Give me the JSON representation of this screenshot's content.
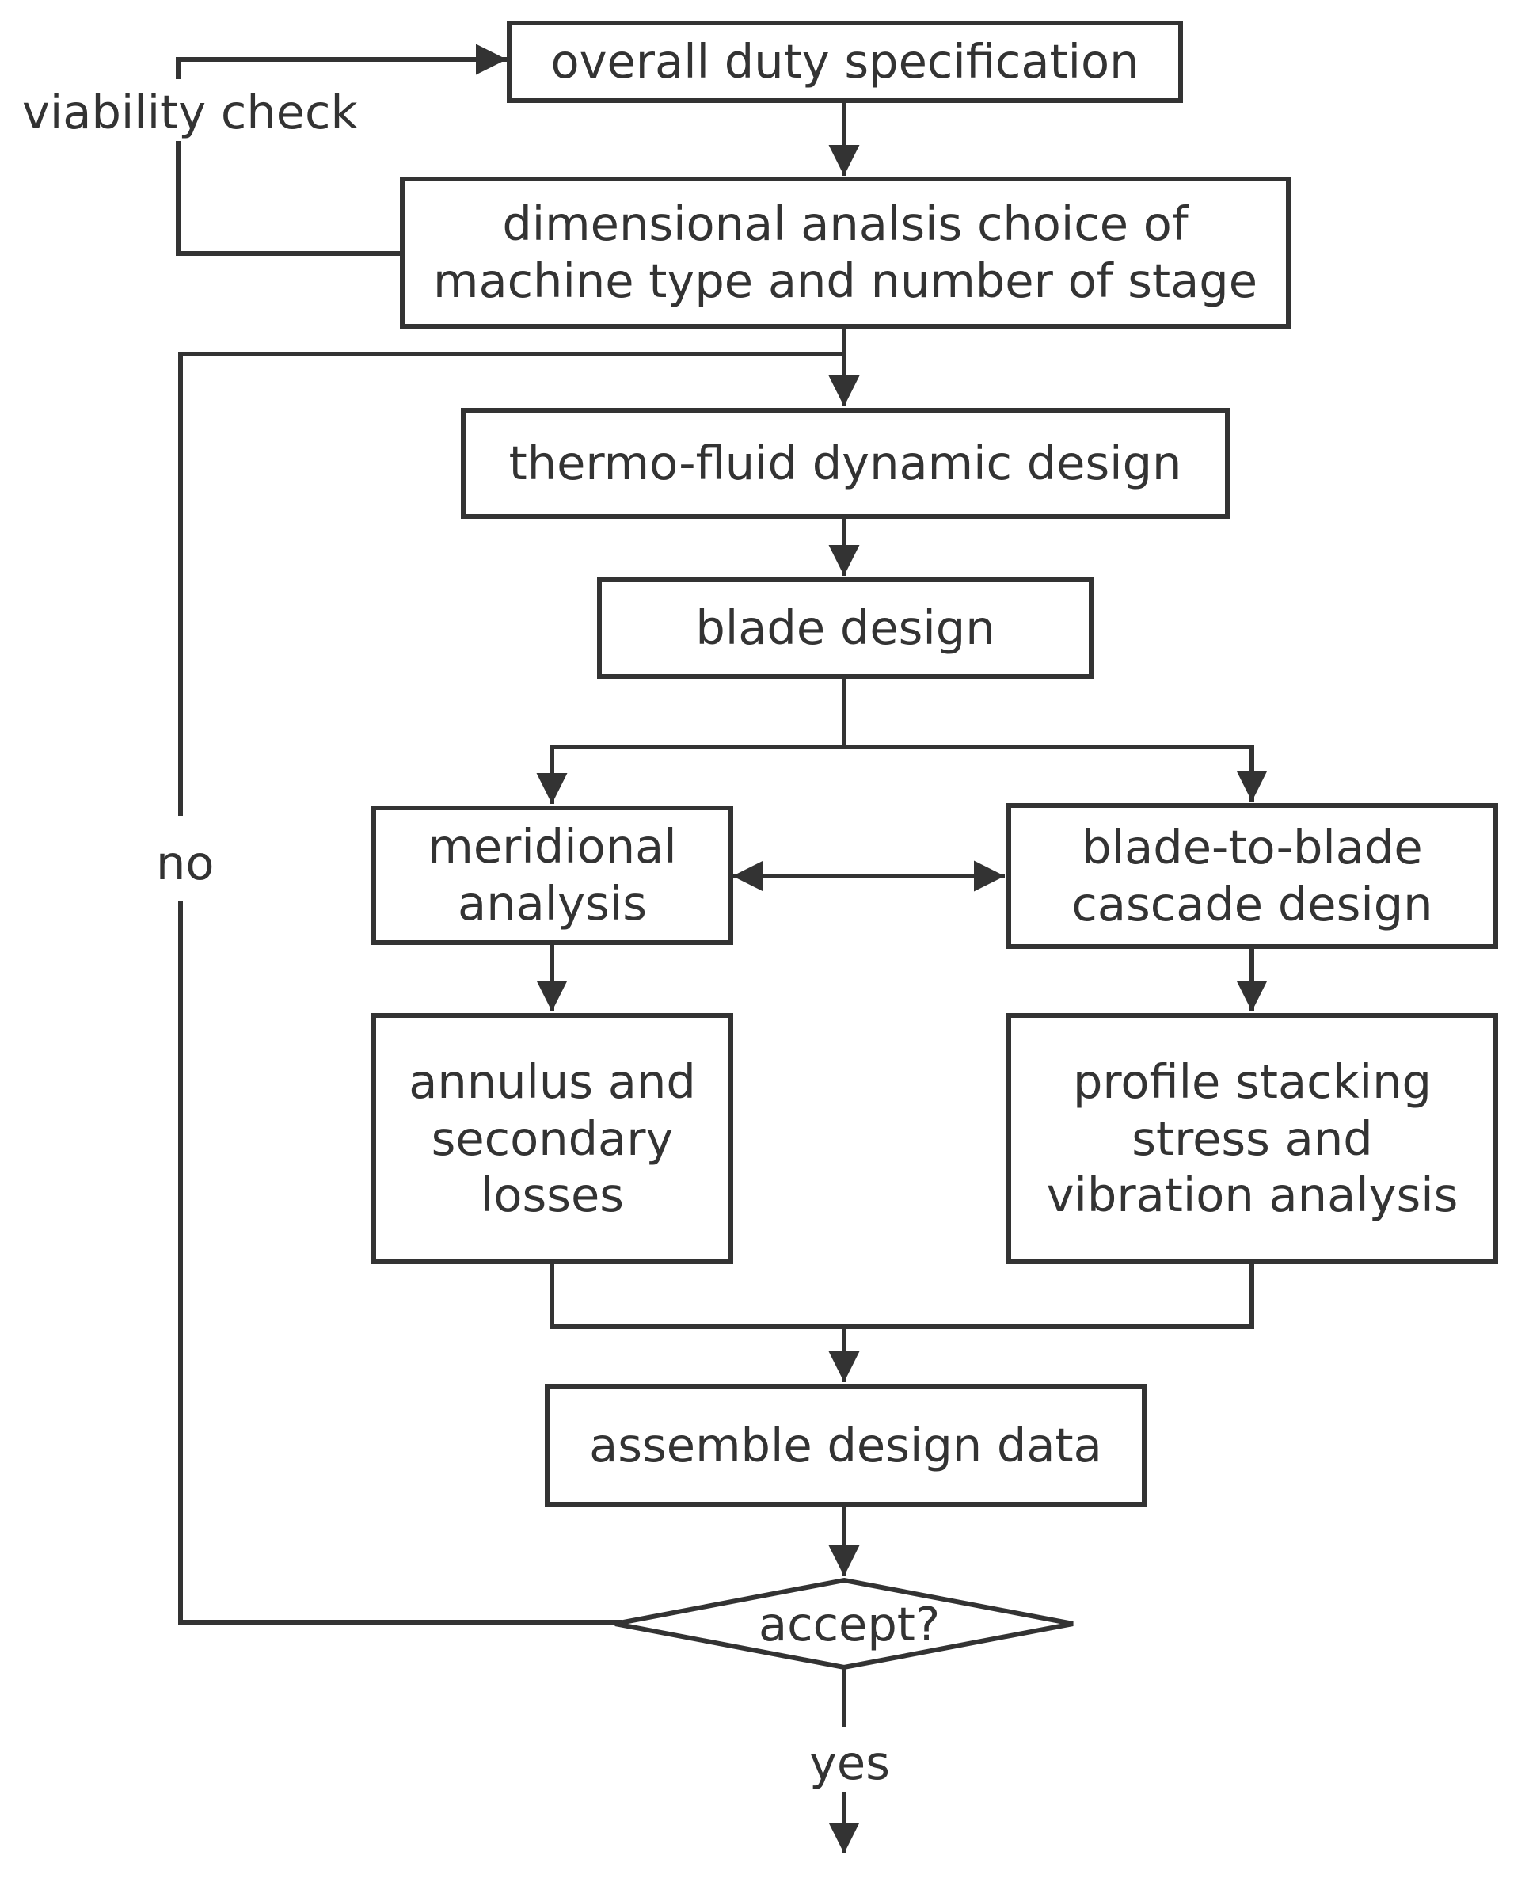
{
  "nodes": {
    "overall_duty": "overall duty specification",
    "dimensional_analysis": "dimensional analsis choice of\nmachine type and number of stage",
    "thermo_fluid": "thermo-fluid dynamic design",
    "blade_design": "blade design",
    "meridional": "meridional\nanalysis",
    "blade_to_blade": "blade-to-blade\ncascade design",
    "annulus": "annulus and\nsecondary\nlosses",
    "profile_stacking": "profile stacking\nstress and\nvibration analysis",
    "assemble": "assemble design data",
    "accept": "accept?"
  },
  "edge_labels": {
    "viability_check": "viability check",
    "no": "no",
    "yes": "yes"
  },
  "colors": {
    "stroke": "#333333",
    "background": "#ffffff"
  }
}
